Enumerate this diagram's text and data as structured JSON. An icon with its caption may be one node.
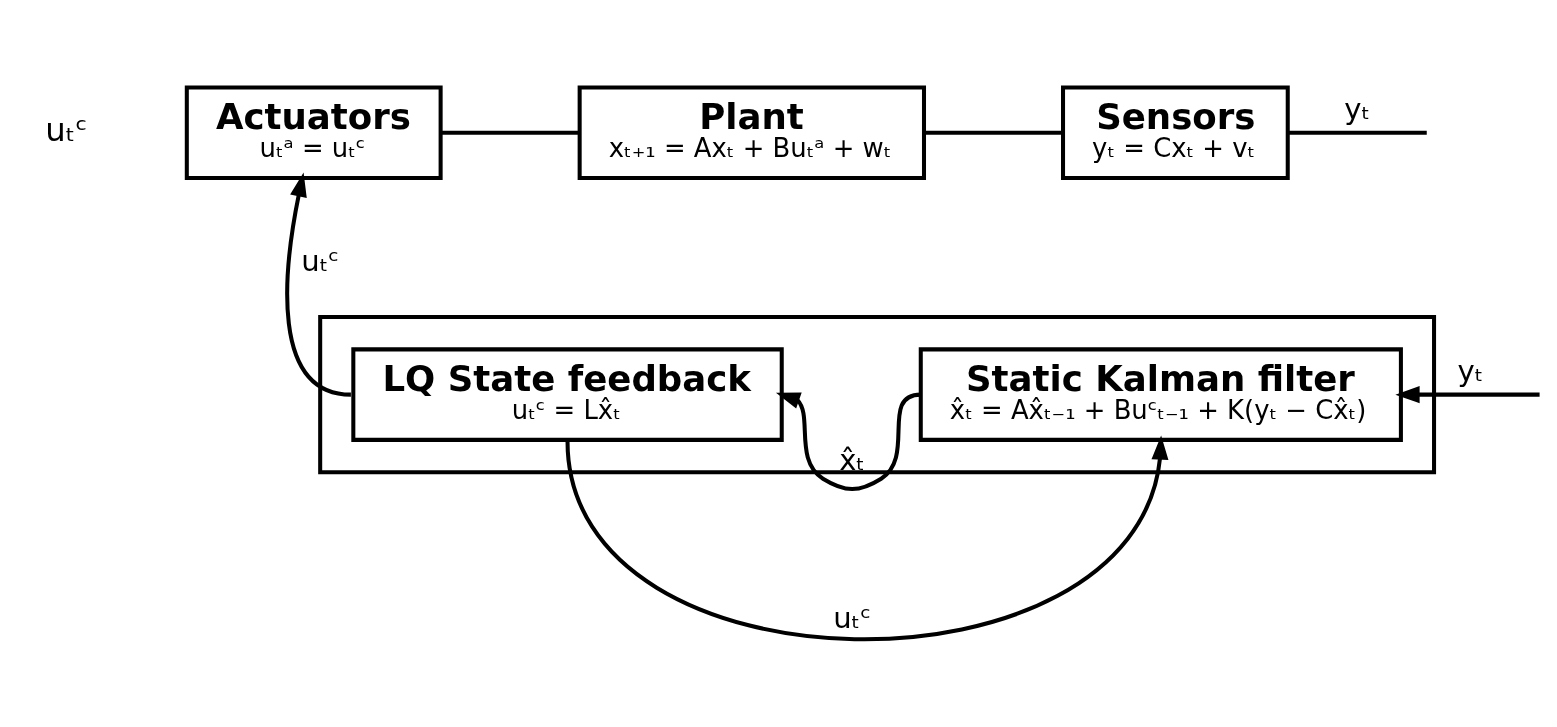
{
  "diagram": {
    "nodes": [
      {
        "text": [
          "Actuators",
          "uₜᵃ = uₜᶜ"
        ]
      },
      {
        "text": [
          "Plant",
          "xₜ₊₁ = Axₜ + Buₜᵃ + wₜ"
        ]
      },
      {
        "text": [
          "Sensors",
          "yₜ = Cxₜ + vₜ"
        ]
      },
      {
        "text": [],
        "shape": "box"
      },
      {
        "text": [
          "LQ State feedback",
          "uₜᶜ = Lx̂ₜ"
        ],
        "in": 3
      },
      {
        "text": [
          "Static Kalman filter",
          "x̂ₜ = Ax̂ₜ₋₁ + Buᶜₜ₋₁ + K(yₜ − Cx̂ₜ)"
        ],
        "in": 3
      }
    ],
    "edges": [
      {
        "from": 0,
        "to": 1,
        "arrow": "none"
      },
      {
        "from": 1,
        "to": 2,
        "arrow": "none"
      },
      {
        "from": 2,
        "to": null,
        "arrow": "none",
        "label": "yₜ"
      },
      {
        "from": null,
        "to": 5,
        "arrow": "to",
        "label": "yₜ"
      },
      {
        "from": 5,
        "to": 4,
        "arrow": "to",
        "label": "x̂ₜ"
      },
      {
        "from": 4,
        "to": 0,
        "arrow": "to",
        "label": "uₜᶜ"
      },
      {
        "from": 4,
        "to": 5,
        "arrow": "to",
        "label": "uₜᶜ"
      }
    ],
    "labels": [
      "uₜᶜ"
    ]
  }
}
